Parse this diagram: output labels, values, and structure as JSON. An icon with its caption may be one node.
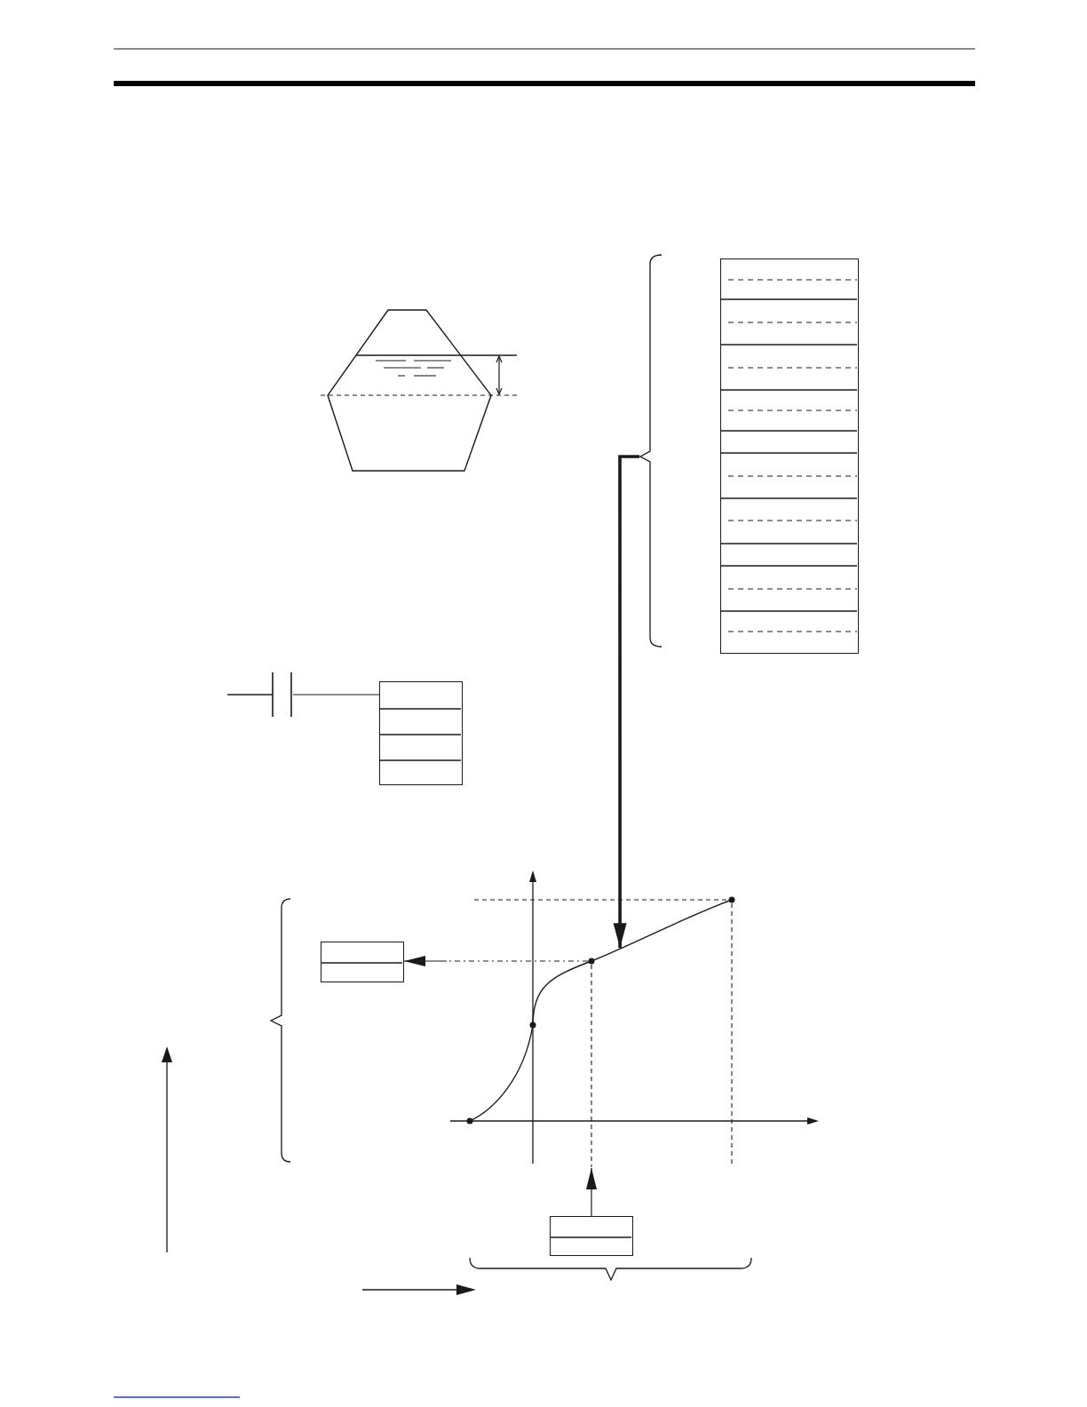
{
  "diagram": {
    "nodes": [
      {
        "text": [],
        "shape": "box"
      },
      {
        "text": [],
        "shape": "contact"
      },
      {
        "text": [],
        "shape": "box"
      },
      {
        "text": [],
        "shape": "box"
      },
      {
        "text": [],
        "shape": "box"
      }
    ],
    "edges": [
      {
        "from": 0,
        "to": null,
        "arrow": "to",
        "style": "thick"
      },
      {
        "from": 1,
        "to": 2,
        "arrow": "none"
      },
      {
        "from": 4,
        "to": null,
        "arrow": "to"
      },
      {
        "from": null,
        "to": 3,
        "arrow": "to"
      }
    ]
  }
}
